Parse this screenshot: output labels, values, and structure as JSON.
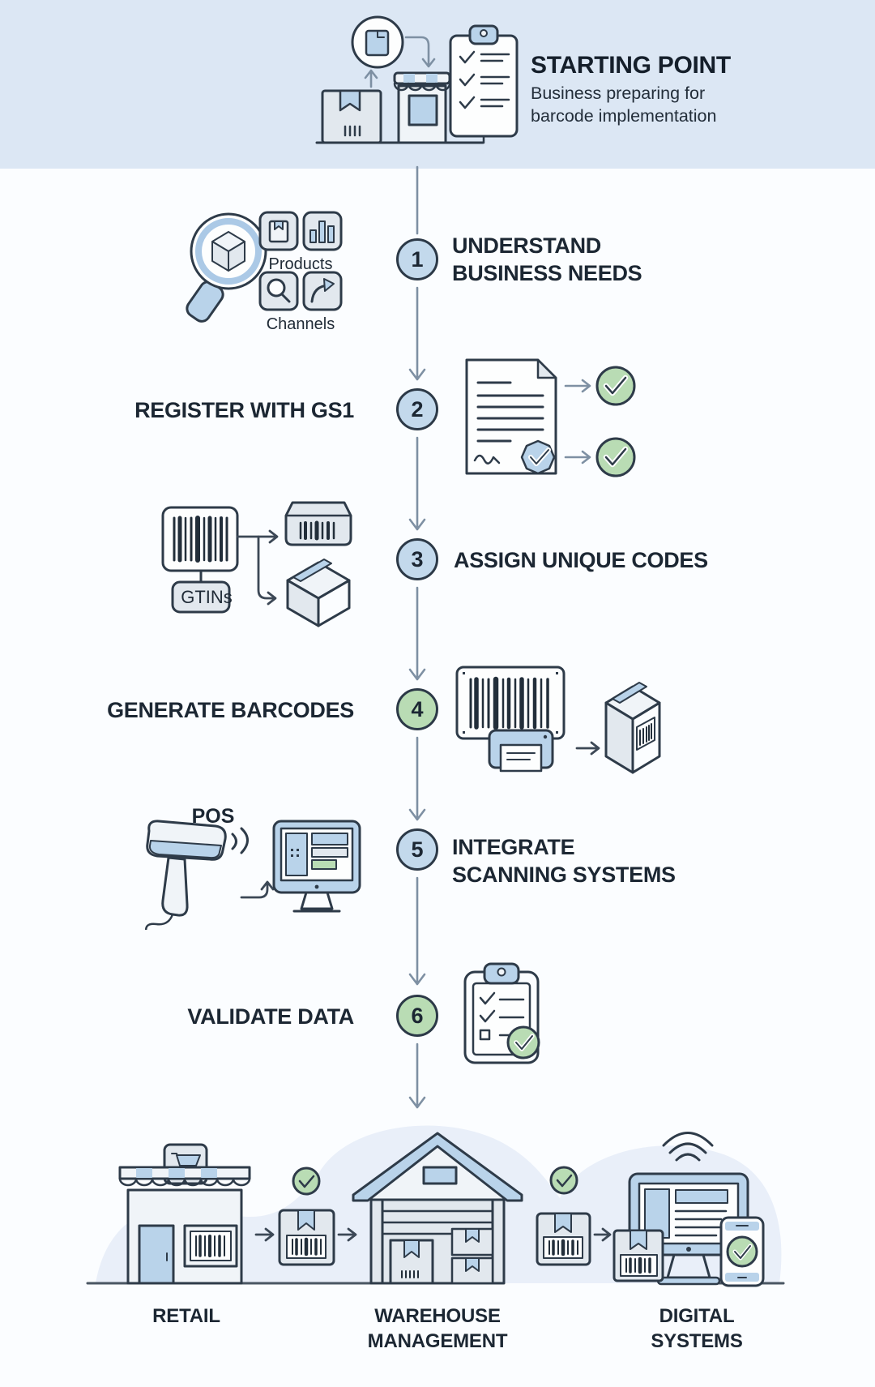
{
  "header": {
    "title": "STARTING POINT",
    "subtitle": "Business preparing for barcode implementation"
  },
  "steps": [
    {
      "number": "1",
      "label": "UNDERSTAND BUSINESS NEEDS",
      "circle_color": "#c3d9ec"
    },
    {
      "number": "2",
      "label": "REGISTER WITH GS1",
      "circle_color": "#c3d9ec"
    },
    {
      "number": "3",
      "label": "ASSIGN UNIQUE CODES",
      "circle_color": "#c3d9ec"
    },
    {
      "number": "4",
      "label": "GENERATE BARCODES",
      "circle_color": "#b9dcb4"
    },
    {
      "number": "5",
      "label": "INTEGRATE SCANNING SYSTEMS",
      "circle_color": "#c3d9ec"
    },
    {
      "number": "6",
      "label": "VALIDATE DATA",
      "circle_color": "#b9dcb4"
    }
  ],
  "annotations": {
    "products": "Products",
    "channels": "Channels",
    "gtins": "GTINs",
    "pos": "POS"
  },
  "outcomes": [
    {
      "label": "RETAIL"
    },
    {
      "label": "WAREHOUSE MANAGEMENT"
    },
    {
      "label": "DIGITAL SYSTEMS"
    }
  ],
  "colors": {
    "header_bg": "#dce7f4",
    "canvas_bg": "#fbfdff",
    "blob_bg": "#e9eff9",
    "accent_blue": "#b9d3ea",
    "accent_green": "#b9dcb4",
    "outline": "#2e3b49",
    "arrow": "#7e90a3"
  }
}
